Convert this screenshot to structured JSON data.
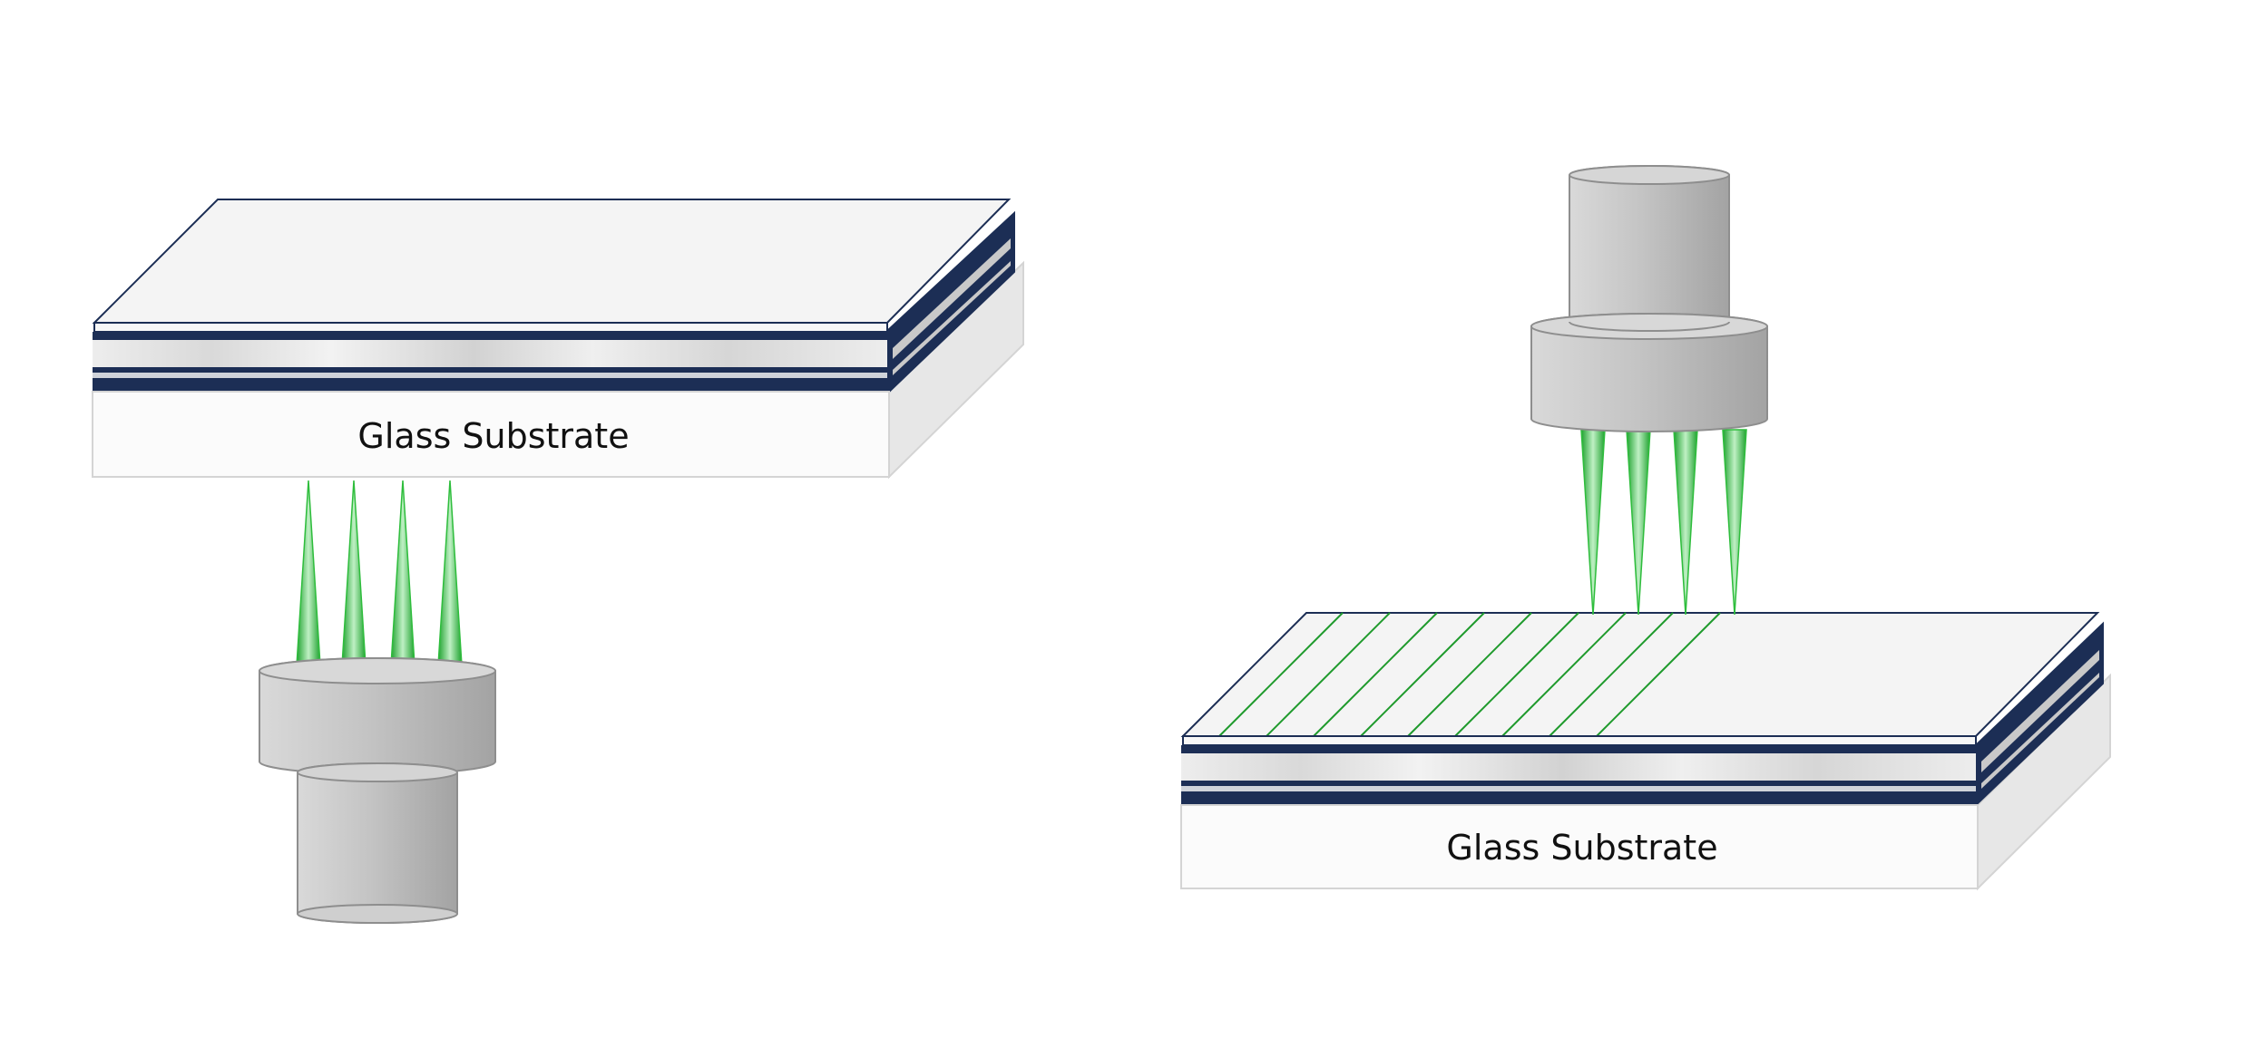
{
  "diagram": {
    "left_assembly": {
      "substrate_label": "Glass Substrate",
      "laser_direction": "from-below",
      "beam_count": 4,
      "scribe_line_count": 0
    },
    "right_assembly": {
      "substrate_label": "Glass Substrate",
      "laser_direction": "from-above",
      "beam_count": 4,
      "scribe_line_count": 9
    },
    "colors": {
      "beam_green": "#2ebd3c",
      "beam_light": "#bff0c4",
      "scribe_line": "#1f9a2c",
      "layer_navy": "#1c2e55",
      "top_layer": "#f4f4f4",
      "substrate_face": "#fbfbfb",
      "substrate_side": "#e7e7e7",
      "lens_gray": "#bdbdbd"
    }
  }
}
